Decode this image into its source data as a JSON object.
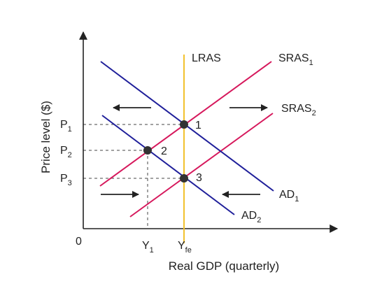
{
  "colors": {
    "axis": "#222222",
    "lras": "#f2c12e",
    "sras": "#d6185c",
    "ad": "#1f1f9a",
    "guide": "#444444",
    "point": "#333333",
    "arrow": "#222222"
  },
  "axes": {
    "xlabel": "Real GDP (quarterly)",
    "ylabel": "Price level ($)",
    "origin": "0"
  },
  "curves": {
    "lras": "LRAS",
    "sras1": {
      "main": "SRAS",
      "sub": "1"
    },
    "sras2": {
      "main": "SRAS",
      "sub": "2"
    },
    "ad1": {
      "main": "AD",
      "sub": "1"
    },
    "ad2": {
      "main": "AD",
      "sub": "2"
    }
  },
  "price_levels": [
    {
      "main": "P",
      "sub": "1"
    },
    {
      "main": "P",
      "sub": "2"
    },
    {
      "main": "P",
      "sub": "3"
    }
  ],
  "output_levels": [
    {
      "main": "Y",
      "sub": "1"
    },
    {
      "main": "Y",
      "sub": "fe"
    }
  ],
  "points": [
    "1",
    "2",
    "3"
  ]
}
